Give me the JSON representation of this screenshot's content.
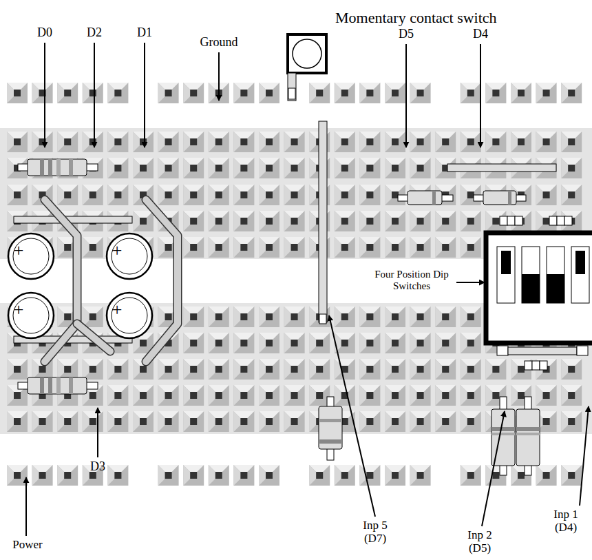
{
  "diagram": {
    "labels": [
      "Momentary contact switch",
      "D0",
      "D2",
      "D1",
      "Ground",
      "D5",
      "D4",
      "Four Position Dip Switches",
      "D3",
      "Power",
      "Inp 5 (D7)",
      "Inp 2 (D5)",
      "Inp 1 (D4)",
      "+",
      "+",
      "+",
      "+"
    ]
  }
}
